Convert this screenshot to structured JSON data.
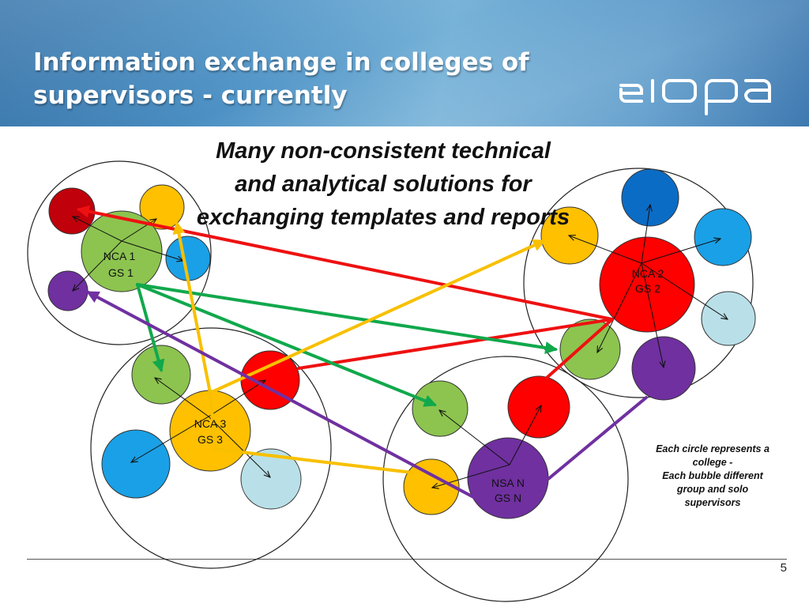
{
  "slide": {
    "title_line1": "Information exchange in colleges of",
    "title_line2": "supervisors - currently",
    "logo_text": "eiopa",
    "subtitle_line1": "Many non-consistent technical",
    "subtitle_line2": "and analytical solutions for",
    "subtitle_line3": "exchanging templates and reports",
    "note_lines": [
      "Each circle represents a",
      "college -",
      "Each bubble different",
      "group and solo",
      "supervisors"
    ],
    "page_number": "5"
  },
  "colleges": [
    {
      "id": "college-1",
      "center_node": {
        "line1": "NCA 1",
        "line2": "GS 1"
      }
    },
    {
      "id": "college-2",
      "center_node": {
        "line1": "NCA 2",
        "line2": "GS 2"
      }
    },
    {
      "id": "college-3",
      "center_node": {
        "line1": "NCA 3",
        "line2": "GS 3"
      }
    },
    {
      "id": "college-n",
      "center_node": {
        "line1": "NSA N",
        "line2": "GS N"
      }
    }
  ],
  "colors": {
    "dark_red": "#c0000a",
    "red": "#ff0000",
    "green": "#8cc44f",
    "yellow": "#ffc000",
    "blue": "#1aa0e6",
    "dark_blue": "#0b6cc6",
    "light_blue": "#b9e0e8",
    "purple": "#7030a0",
    "arrow_red": "#ee1111",
    "arrow_green": "#11a84c",
    "arrow_yellow": "#f8c000",
    "arrow_purple": "#7030a0"
  }
}
